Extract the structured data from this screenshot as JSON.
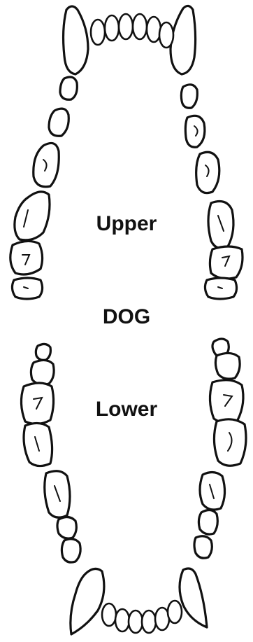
{
  "diagram": {
    "upper_label": "Upper",
    "center_label": "DOG",
    "lower_label": "Lower"
  },
  "colors": {
    "outline": "#111111",
    "background": "#ffffff"
  }
}
